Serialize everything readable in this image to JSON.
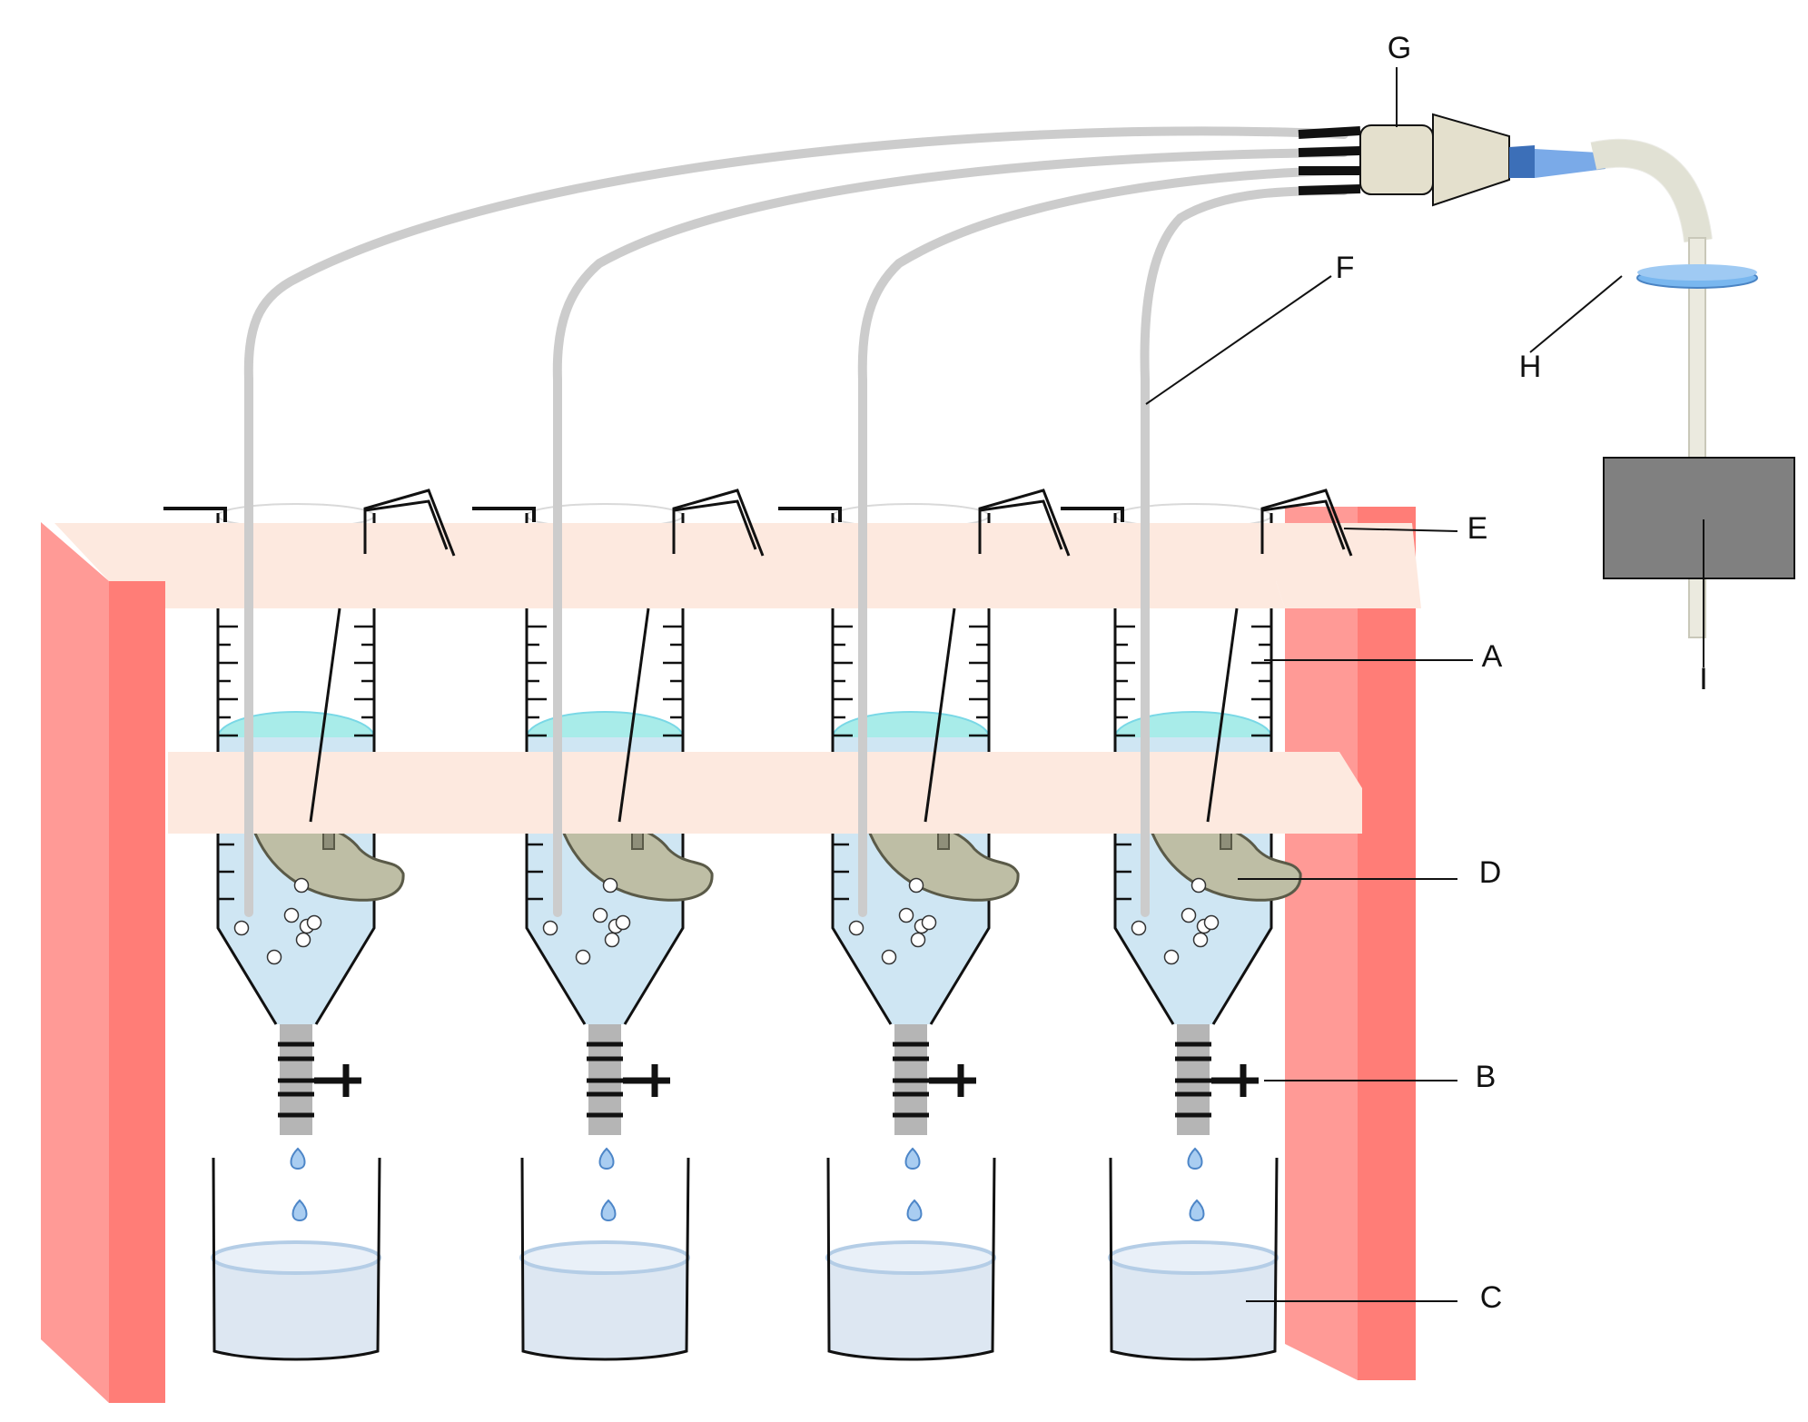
{
  "colors": {
    "rack_side_light": "#ff9a96",
    "rack_side_dark": "#ff7d77",
    "rack_shelf": "#fde9df",
    "tube_line": "#111111",
    "tube_fill": "#cfe6f3",
    "meniscus": "#a8ece9",
    "tissue": "#bebea5",
    "stopcock_grey": "#b5b5b5",
    "collection_fill": "#dde7f2",
    "hose": "#cccccc",
    "manifold": "#e4e0cd",
    "connector_blue": "#5c8fd8",
    "filter_blue": "#79b7ef",
    "box": "#808080"
  },
  "tubes": [
    {
      "id": "tube-1"
    },
    {
      "id": "tube-2"
    },
    {
      "id": "tube-3"
    },
    {
      "id": "tube-4"
    }
  ],
  "labels": {
    "A": "A",
    "B": "B",
    "C": "C",
    "D": "D",
    "E": "E",
    "F": "F",
    "G": "G",
    "H": "H",
    "I": "I"
  }
}
